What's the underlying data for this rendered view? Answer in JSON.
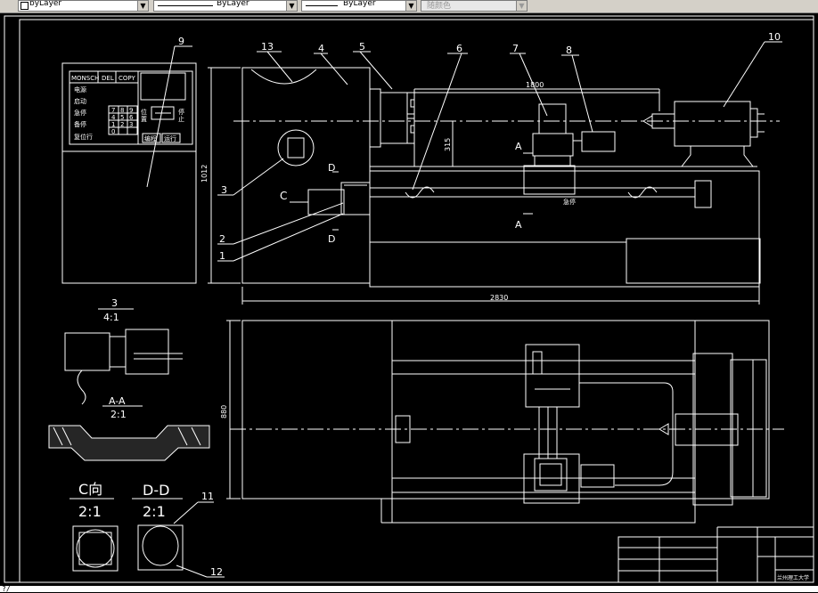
{
  "toolbar": {
    "layer_combo": "byLayer",
    "linetype_combo": "ByLayer",
    "lineweight_combo": "ByLayer",
    "color_combo": "随颜色"
  },
  "drawing": {
    "balloons": [
      "1",
      "2",
      "3",
      "4",
      "5",
      "6",
      "7",
      "8",
      "9",
      "10",
      "11",
      "12",
      "13"
    ],
    "dim_1012": "1012",
    "dim_1800": "1800",
    "dim_315": "315",
    "dim_2830": "2830",
    "dim_880": "880",
    "section_A": "A",
    "section_D": "D",
    "view_C": "C",
    "detail3_title": "3",
    "detail3_scale": "4:1",
    "aa_title": "A-A",
    "aa_scale": "2:1",
    "cview_title": "C向",
    "cview_scale": "2:1",
    "dd_title": "D-D",
    "dd_scale": "2:1",
    "panel_keys_top": [
      "MONSCH",
      "DEL",
      "COPY"
    ],
    "panel_rows": [
      "电源",
      "启动",
      "急停",
      "备停",
      "复位行"
    ],
    "panel_right_labels": [
      "位",
      "置",
      "停",
      "止"
    ],
    "panel_bottom": [
      "编程",
      "运行"
    ],
    "keypad": [
      "7",
      "8",
      "9",
      "4",
      "5",
      "6",
      "1",
      "2",
      "3",
      "0"
    ],
    "carriage_label": "急停",
    "title_block_text": "兰州理工大学"
  },
  "command_line": {
    "prompt": "?/"
  },
  "colors": {
    "background": "#000000",
    "lines": "#ffffff",
    "toolbar": "#d4d0c8"
  }
}
